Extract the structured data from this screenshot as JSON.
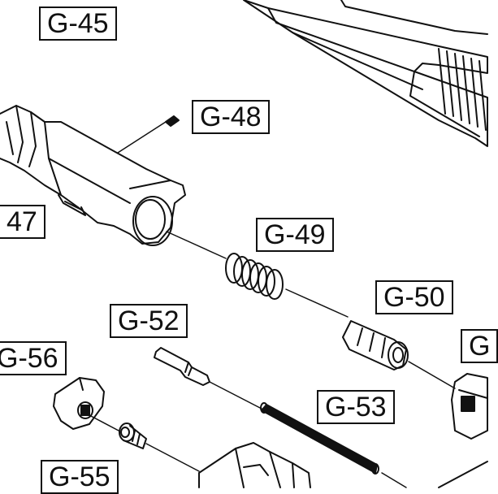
{
  "diagram": {
    "title": "",
    "ink_color": "#111111",
    "background_color": "#ffffff",
    "labels": {
      "g45": "G-45",
      "g48": "G-48",
      "g47": "47",
      "g49": "G-49",
      "g50": "G-50",
      "g52": "G-52",
      "g56": "G-56",
      "g53": "G-53",
      "g55": "G-55",
      "g_edge": "G"
    }
  }
}
